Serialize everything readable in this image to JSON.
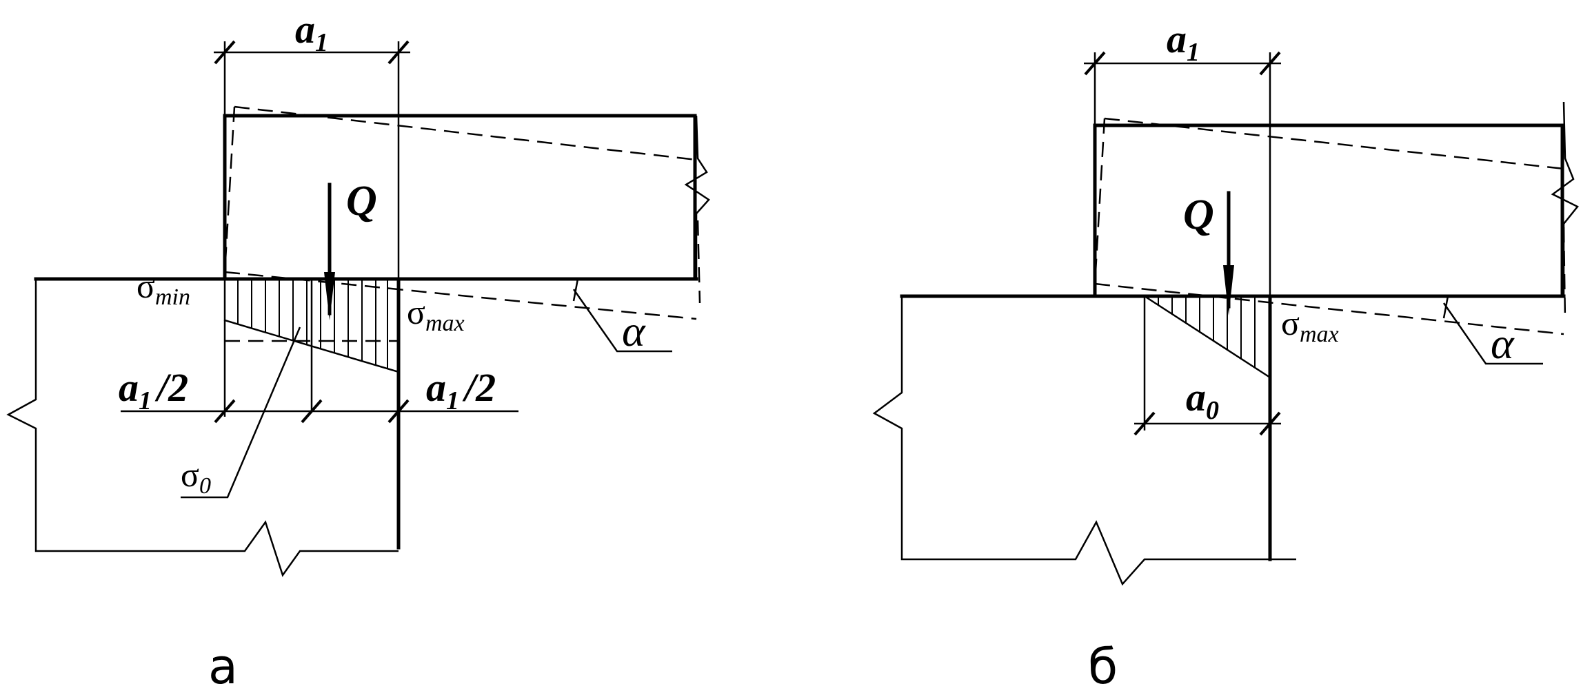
{
  "labels": {
    "force": "Q",
    "a1": "a",
    "a1_sub": "1",
    "a0": "a",
    "a0_sub": "0",
    "half_a1": "/2",
    "sigma": "σ",
    "sub_min": "min",
    "sub_max": "max",
    "sub_0": "0",
    "angle": "α"
  },
  "captions": {
    "left": "а",
    "right": "б"
  }
}
